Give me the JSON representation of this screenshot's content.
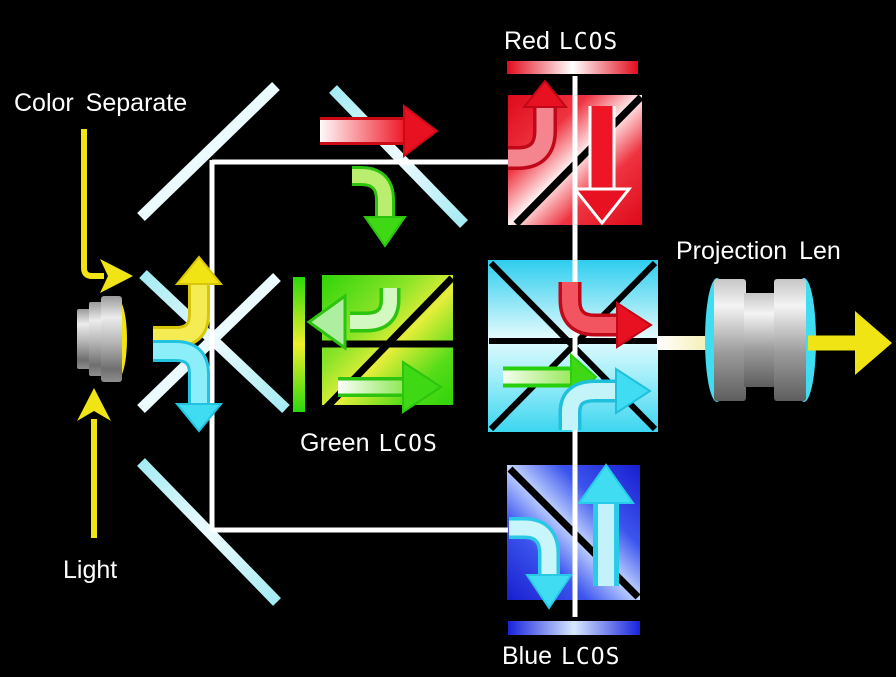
{
  "labels": {
    "color_separate": "Color Separate",
    "light": "Light",
    "projection_lens": "Projection Len",
    "red_panel": {
      "word": "Red",
      "suffix": "LCOS"
    },
    "green_panel": {
      "word": "Green",
      "suffix": "LCOS"
    },
    "blue_panel": {
      "word": "Blue",
      "suffix": "LCOS"
    }
  },
  "colors": {
    "background": "#000000",
    "beam_white": "#ffffff",
    "yellow": "#f0e414",
    "pale_yellow": "#f4ec52",
    "cyan": "#40dcf2",
    "pale_cyan": "#8ceef8",
    "mirror_cyan": "#a4ebf3",
    "red": "#e81122",
    "dark_red": "#c00818",
    "green": "#3fd814",
    "pale_green": "#a2ea62",
    "blue": "#1c24d6",
    "label_white": "#ffffff",
    "lens_gray": "#b0b0b0"
  }
}
